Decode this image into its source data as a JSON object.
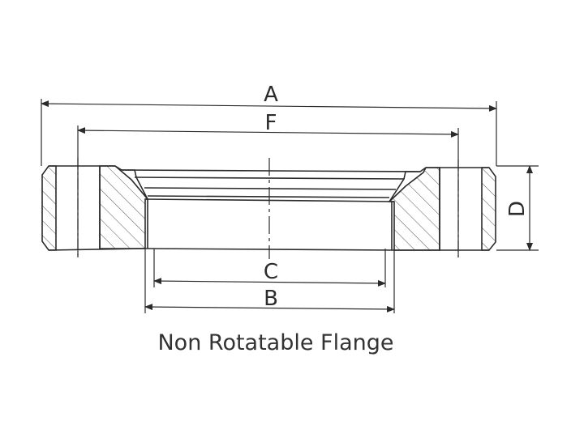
{
  "dimensions": {
    "a": "A",
    "f": "F",
    "c": "C",
    "b": "B",
    "d": "D"
  },
  "caption": "Non Rotatable Flange",
  "colors": {
    "line": "#2b2b2b",
    "hatch": "#555555",
    "background": "#ffffff"
  }
}
